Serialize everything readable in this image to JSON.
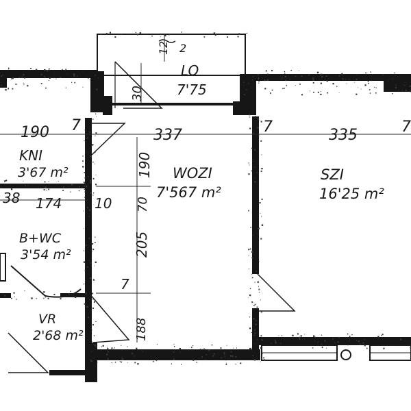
{
  "rooms": {
    "kni": {
      "name": "KNI",
      "area": "3'67 m²"
    },
    "bwc": {
      "name": "B+WC",
      "area": "3'54 m²"
    },
    "vr": {
      "name": "VR",
      "area": "2'68 m²"
    },
    "lo": {
      "name": "LO",
      "area": "7'75"
    },
    "wozi": {
      "name": "WOZI",
      "area": "7'567 m²"
    },
    "szi": {
      "name": "SZI",
      "area": "16'25 m²"
    }
  },
  "dimensions": {
    "d190": "190",
    "d7a": "7",
    "d337": "337",
    "d7b": "7",
    "d335": "335",
    "d7c": "7",
    "d38": "38",
    "d174": "174",
    "d10": "10",
    "d190v": "190",
    "d70": "70",
    "d205": "205",
    "d7v": "7",
    "d188": "188",
    "d30": "30",
    "d12": "12",
    "d2": "2"
  }
}
